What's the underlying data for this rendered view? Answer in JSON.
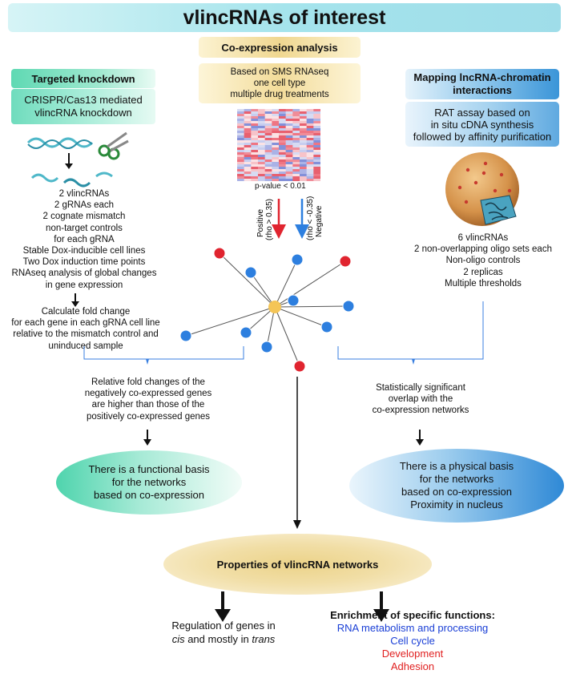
{
  "title": "vlincRNAs of interest",
  "left": {
    "header": "Targeted knockdown",
    "box": "CRISPR/Cas13 mediated vlincRNA knockdown",
    "details": [
      "2 vlincRNAs",
      "2 gRNAs each",
      "2 cognate mismatch",
      "non-target controls",
      "for each gRNA",
      "Stable Dox-inducible cell lines",
      "Two Dox induction time points",
      "RNAseq analysis of global changes",
      "in gene expression"
    ],
    "calc": [
      "Calculate fold change",
      "for each gene in each gRNA cell line",
      "relative to the mismatch control and",
      "uninduced sample"
    ],
    "finding": [
      "Relative fold changes of the",
      "negatively co-expressed genes",
      "are higher than those of the",
      "positively co-expressed genes"
    ],
    "conclusion": [
      "There is a functional basis",
      "for the networks",
      "based on co-expression"
    ]
  },
  "middle": {
    "header": "Co-expression analysis",
    "box": [
      "Based on  SMS RNAseq",
      "one cell type",
      "multiple drug treatments"
    ],
    "pvalue": "p-value < 0.01",
    "positive_label": "Positive",
    "positive_rho": "(rho > 0.35)",
    "negative_label": "Negative",
    "negative_rho": "(rho < -0.35)"
  },
  "right": {
    "header": [
      "Mapping lncRNA-chromatin",
      "interactions"
    ],
    "box": [
      "RAT assay based on",
      "in situ cDNA synthesis",
      "followed by affinity purification"
    ],
    "details": [
      "6 vlincRNAs",
      "2 non-overlapping oligo sets each",
      "Non-oligo controls",
      "2 replicas",
      "Multiple thresholds"
    ],
    "finding": [
      "Statistically significant",
      "overlap with the",
      "co-expression networks"
    ],
    "conclusion": [
      "There is a physical basis",
      "for the networks",
      "based on co-expression",
      "Proximity in nucleus"
    ]
  },
  "properties": "Properties of vlincRNA networks",
  "regulation": {
    "line1": "Regulation of genes in",
    "cis": "cis",
    "mid": " and mostly in ",
    "trans": "trans"
  },
  "enrichment": {
    "heading": "Enrichment of specific functions:",
    "items": [
      {
        "text": "RNA metabolism and processing",
        "color": "#1a3fd6"
      },
      {
        "text": "Cell cycle",
        "color": "#1a3fd6"
      },
      {
        "text": "Development",
        "color": "#e02020"
      },
      {
        "text": "Adhesion",
        "color": "#e02020"
      }
    ]
  },
  "colors": {
    "red_node": "#e0242f",
    "blue_node": "#2d7fdf",
    "hub_node": "#f4c557",
    "connector": "#3a7fe0"
  }
}
